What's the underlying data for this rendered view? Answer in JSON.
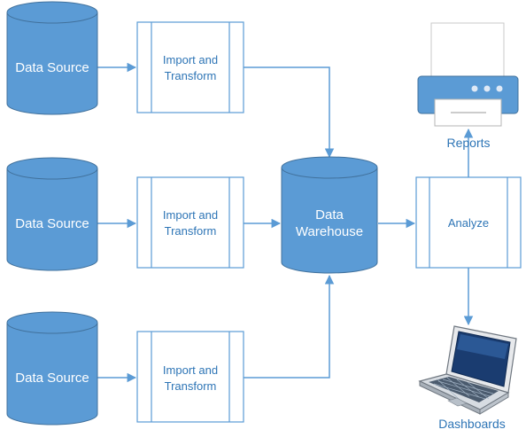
{
  "colors": {
    "shape_blue": "#5b9bd5",
    "shape_stroke": "#41719c",
    "connector": "#5b9bd5",
    "process_fill": "#ffffff",
    "label_blue": "#2e75b6"
  },
  "sources": [
    {
      "label": "Data Source"
    },
    {
      "label": "Data Source"
    },
    {
      "label": "Data Source"
    }
  ],
  "transforms": [
    {
      "line1": "Import and",
      "line2": "Transform"
    },
    {
      "line1": "Import and",
      "line2": "Transform"
    },
    {
      "line1": "Import and",
      "line2": "Transform"
    }
  ],
  "warehouse": {
    "line1": "Data",
    "line2": "Warehouse"
  },
  "analyze": {
    "label": "Analyze"
  },
  "reports": {
    "label": "Reports",
    "icon": "printer-icon"
  },
  "dashboards": {
    "label": "Dashboards",
    "icon": "laptop-icon"
  }
}
